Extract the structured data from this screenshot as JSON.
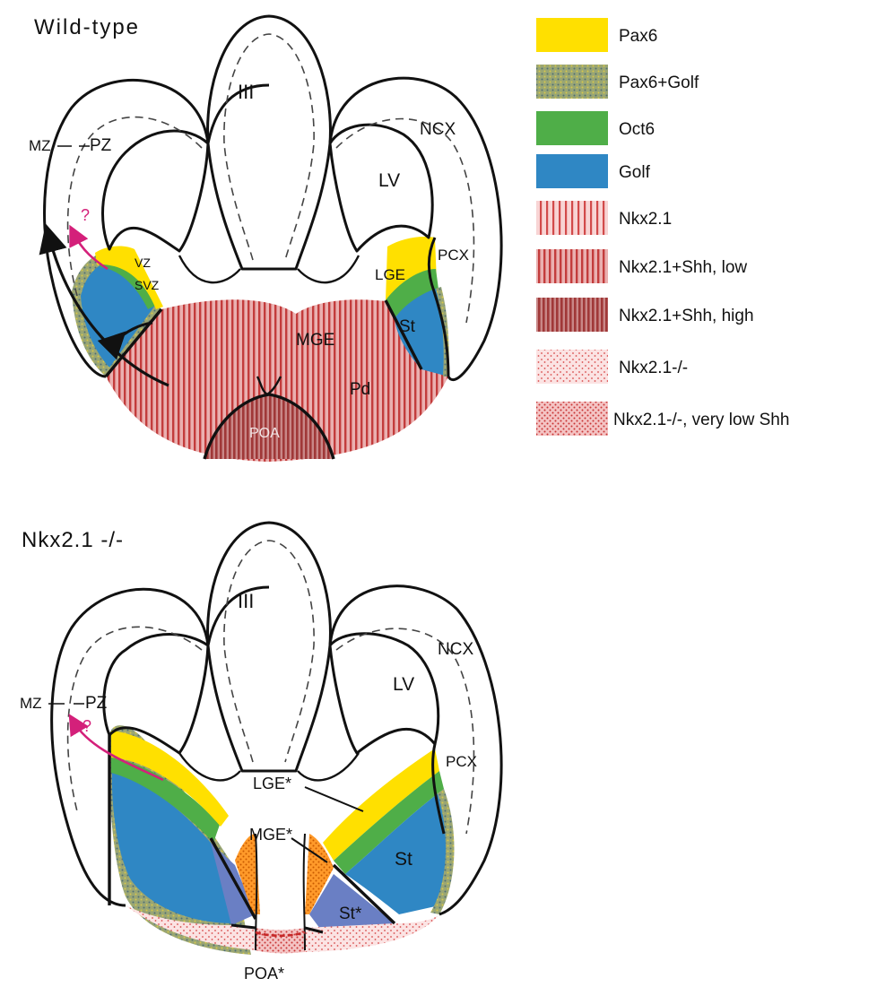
{
  "colors": {
    "pax6": "#ffe000",
    "pax6_golf": "#8f9a6a",
    "oct6": "#4fae48",
    "golf": "#2f87c4",
    "nkx21": "#f3b6b6",
    "nkx21_stripe": "#cc4444",
    "nkx21_shh_high": "#c98a8a",
    "nkx21_ko": "#f7d2d2",
    "orange_dots": "#ff8a1a",
    "arrow_magenta": "#d4207a"
  },
  "legend": [
    {
      "label": "Pax6",
      "pattern": "pax6"
    },
    {
      "label": "Pax6+Golf",
      "pattern": "pax6_golf"
    },
    {
      "label": "Oct6",
      "pattern": "oct6"
    },
    {
      "label": "Golf",
      "pattern": "golf"
    },
    {
      "label": "Nkx2.1",
      "pattern": "nkx21"
    },
    {
      "label": "Nkx2.1+Shh, low",
      "pattern": "nkx21_low"
    },
    {
      "label": "Nkx2.1+Shh, high",
      "pattern": "nkx21_high"
    },
    {
      "label": "Nkx2.1-/-",
      "pattern": "nkx21_ko"
    },
    {
      "label": "Nkx2.1-/-, very low Shh",
      "pattern": "nkx21_ko_low"
    }
  ],
  "panel_top": {
    "title": "Wild-type",
    "labels": {
      "III": "III",
      "NCX": "NCX",
      "LV": "LV",
      "MZ": "MZ",
      "PZ": "PZ",
      "VZ": "VZ",
      "SVZ": "SVZ",
      "PCX": "PCX",
      "LGE": "LGE",
      "St": "St",
      "MGE": "MGE",
      "Pd": "Pd",
      "POA": "POA",
      "question": "?"
    }
  },
  "panel_bottom": {
    "title": "Nkx2.1   -/-",
    "labels": {
      "III": "III",
      "NCX": "NCX",
      "LV": "LV",
      "MZ": "MZ",
      "PZ": "PZ",
      "PCX": "PCX",
      "LGE": "LGE*",
      "MGE": "MGE*",
      "St": "St",
      "St2": "St*",
      "POA": "POA*",
      "question": "?"
    }
  }
}
